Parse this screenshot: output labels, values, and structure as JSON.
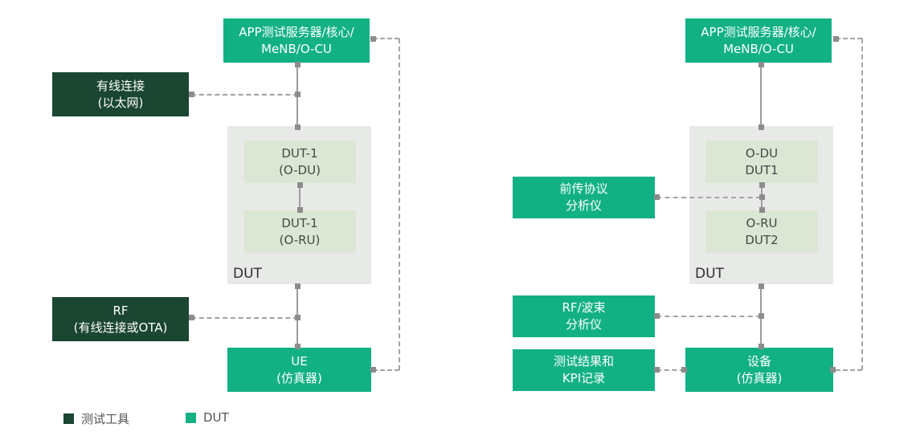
{
  "palette": {
    "green": "#12b184",
    "dark_green": "#1a4632",
    "pale_green": "#dbe7d4",
    "container_gray": "#e8eae8",
    "line_gray": "#9b9b9b",
    "joint_gray": "#8c8c8c"
  },
  "left": {
    "app": {
      "line1": "APP测试服务器/核心/",
      "line2": "MeNB/O-CU"
    },
    "wired": {
      "line1": "有线连接",
      "line2": "(以太网)"
    },
    "odu": {
      "line1": "DUT-1",
      "line2": "(O-DU)"
    },
    "oru": {
      "line1": "DUT-1",
      "line2": "(O-RU)"
    },
    "dut_label": "DUT",
    "rf": {
      "line1": "RF",
      "line2": "(有线连接或OTA)"
    },
    "ue": {
      "line1": "UE",
      "line2": "(仿真器)"
    }
  },
  "right": {
    "app": {
      "line1": "APP测试服务器/核心/",
      "line2": "MeNB/O-CU"
    },
    "fronthaul": {
      "line1": "前传协议",
      "line2": "分析仪"
    },
    "odu": {
      "line1": "O-DU",
      "line2": "DUT1"
    },
    "oru": {
      "line1": "O-RU",
      "line2": "DUT2"
    },
    "dut_label": "DUT",
    "rf_beam": {
      "line1": "RF/波束",
      "line2": "分析仪"
    },
    "kpi": {
      "line1": "测试结果和",
      "line2": "KPI记录"
    },
    "device": {
      "line1": "设备",
      "line2": "(仿真器)"
    }
  },
  "legend": {
    "items": [
      {
        "label": "测试工具",
        "color": "#1a4632"
      },
      {
        "label": "DUT",
        "color": "#12b184"
      }
    ]
  }
}
